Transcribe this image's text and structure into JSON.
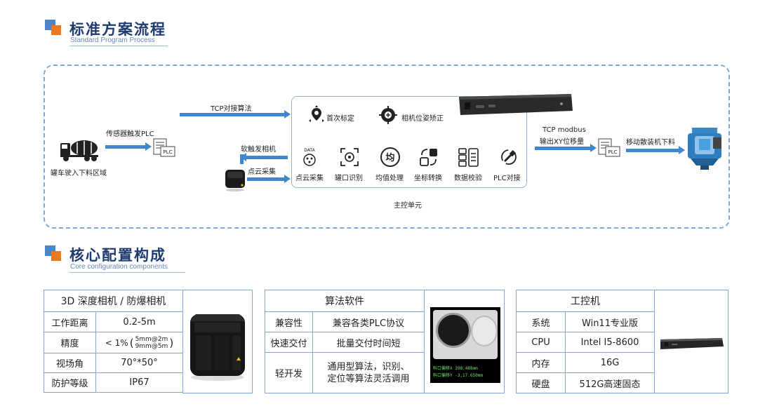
{
  "section1": {
    "title": "标准方案流程",
    "subtitle": "Standard Program Process"
  },
  "section2": {
    "title": "核心配置构成",
    "subtitle": "Core configuration components"
  },
  "flow": {
    "truck_label": "罐车驶入下料区域",
    "sensor_label": "传感器触发PLC",
    "tcp_label": "TCP对接算法",
    "soft_trigger_label": "软触发相机",
    "pointcloud_label": "点云采集",
    "plc_text": "PLC",
    "modbus_label_1": "TCP modbus",
    "modbus_label_2": "输出XY位移量",
    "move_label": "移动散装机下料",
    "main_unit_label": "主控单元",
    "calib_label": "首次标定",
    "pose_label": "相机位姿矫正",
    "steps": [
      "点云采集",
      "罐口识别",
      "均值处理",
      "坐标转换",
      "数据校验",
      "PLC对接"
    ],
    "data_icon_text": "DATA",
    "avg_icon_text": "均"
  },
  "camera_table": {
    "header": "3D 深度相机 / 防爆相机",
    "rows": [
      {
        "k": "工作距离",
        "v": "0.2-5m"
      },
      {
        "k": "精度",
        "v_main": "< 1%",
        "v_a": "5mm@2m",
        "v_b": "9mm@5m"
      },
      {
        "k": "视场角",
        "v": "70°*50°"
      },
      {
        "k": "防护等级",
        "v": "IP67"
      }
    ]
  },
  "algo_table": {
    "header": "算法软件",
    "rows": [
      {
        "k": "兼容性",
        "v": "兼容各类PLC协议"
      },
      {
        "k": "快速交付",
        "v": "批量交付时间短"
      },
      {
        "k": "轻开发",
        "v1": "通用型算法，识别、",
        "v2": "定位等算法灵活调用"
      }
    ],
    "overlay_x": "料口偏移X  398.488mm",
    "overlay_y": "料口偏移Y  -3,17.650mm"
  },
  "ipc_table": {
    "header": "工控机",
    "rows": [
      {
        "k": "系统",
        "v": "Win11专业版"
      },
      {
        "k": "CPU",
        "v": "Intel I5-8600"
      },
      {
        "k": "内存",
        "v": "16G"
      },
      {
        "k": "硬盘",
        "v": "512G高速固态"
      }
    ]
  },
  "colors": {
    "accent_blue": "#3f86cf",
    "accent_orange": "#ec7a1c",
    "title_navy": "#1f3a6e"
  }
}
